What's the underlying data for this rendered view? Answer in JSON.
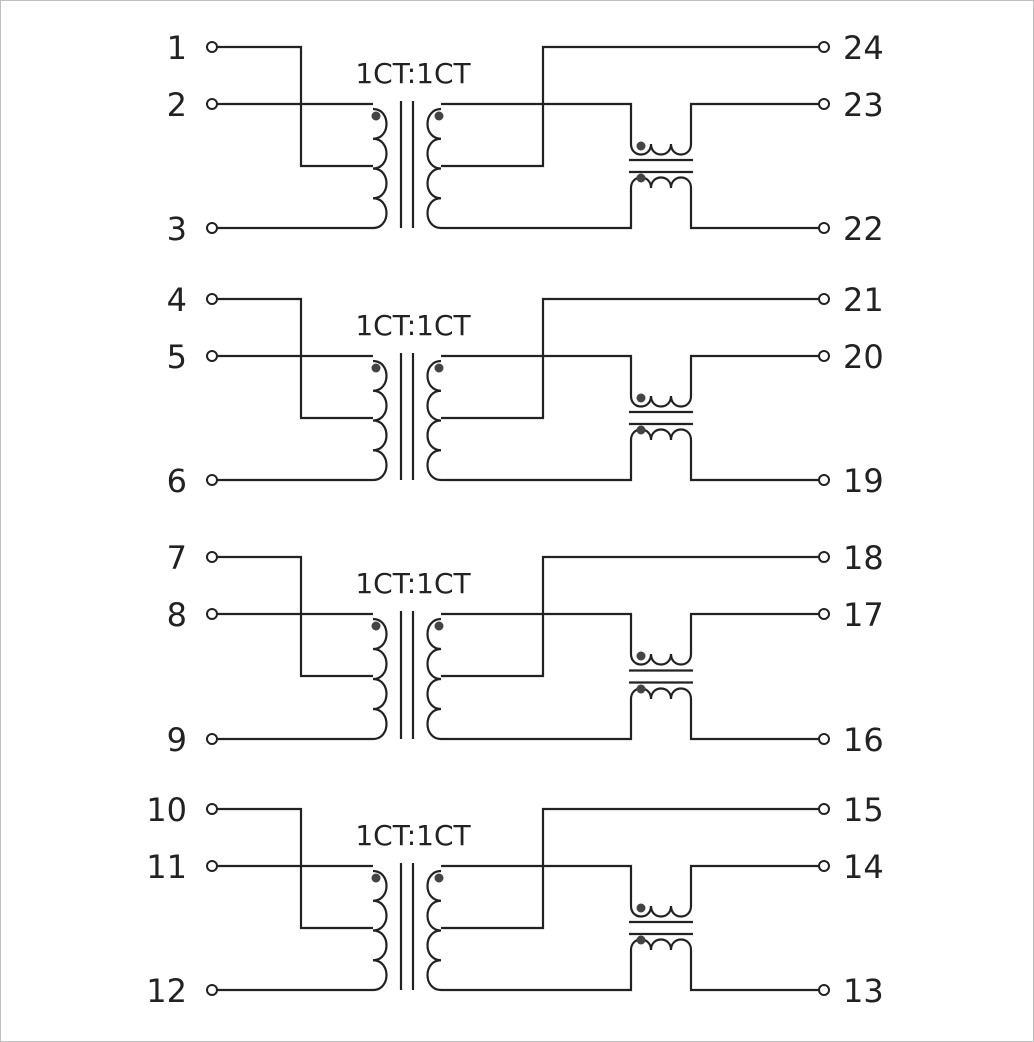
{
  "channels": [
    {
      "ratio": "1CT:1CT",
      "pins": {
        "a": "1",
        "b": "2",
        "c": "3",
        "d": "24",
        "e": "23",
        "f": "22"
      }
    },
    {
      "ratio": "1CT:1CT",
      "pins": {
        "a": "4",
        "b": "5",
        "c": "6",
        "d": "21",
        "e": "20",
        "f": "19"
      }
    },
    {
      "ratio": "1CT:1CT",
      "pins": {
        "a": "7",
        "b": "8",
        "c": "9",
        "d": "18",
        "e": "17",
        "f": "16"
      }
    },
    {
      "ratio": "1CT:1CT",
      "pins": {
        "a": "10",
        "b": "11",
        "c": "12",
        "d": "15",
        "e": "14",
        "f": "13"
      }
    }
  ],
  "colors": {
    "line": "#222222",
    "dot": "#444444",
    "border": "#bfbfbf"
  }
}
